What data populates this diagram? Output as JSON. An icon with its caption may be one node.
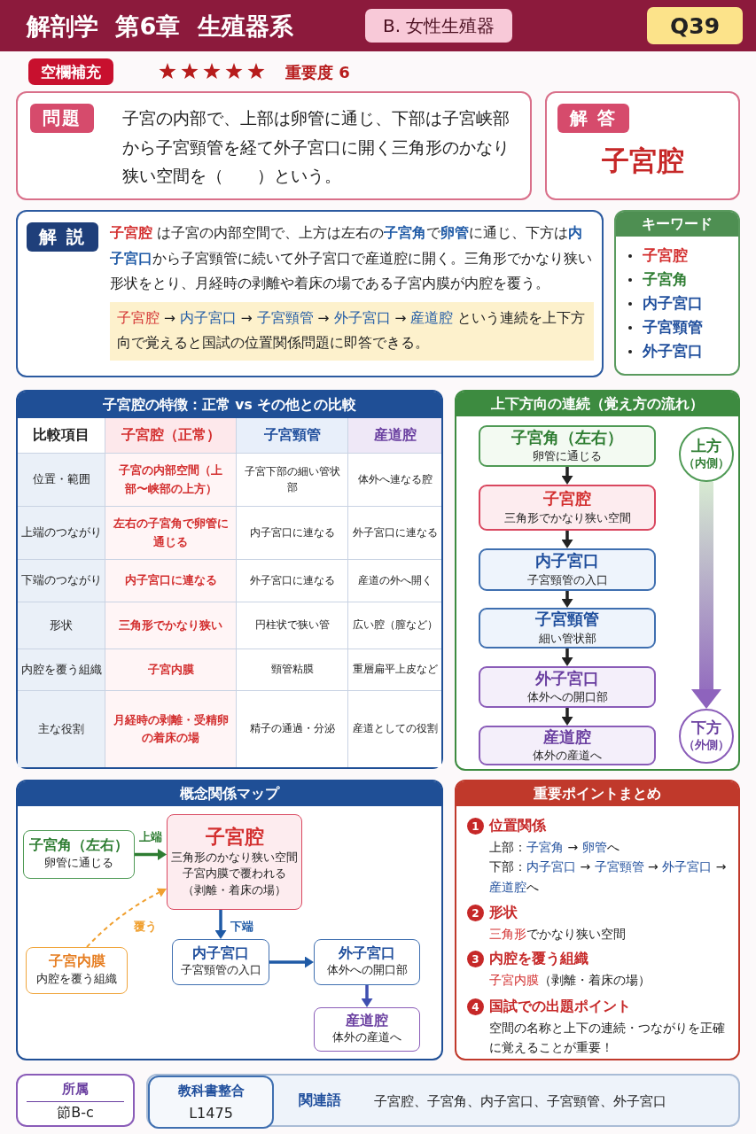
{
  "diagram": {
    "title": "解剖学 第6章 生殖器系",
    "nodes": [
      {
        "text": [
          "問題",
          "子宮の内部で、上部は卵管に通じ、下部は子宮峡部から子宮頸管を経て外子宮口に開く三角形のかなり狭い空間を（　　）という。"
        ]
      },
      {
        "text": [
          "解 答",
          "子宮腔"
        ]
      },
      {
        "text": [
          "解 説",
          "**子宮腔** は子宮の内部空間で、上方は左右の**子宮角**で**卵管**に通じ、下方は**内子宮口**から子宮頸管に続いて外子宮口で産道腔に開く。三角形でかなり狭い形状をとり、月経時の剥離や着床の場である子宮内膜が内腔を覆う。",
          "**子宮腔** → **内子宮口** → **子宮頸管** → **外子宮口** → **産道腔** という連続を上下方向で覚えると国試の位置関係問題に即答できる。"
        ]
      },
      {
        "text": [
          "キーワード",
          "子宮腔",
          "子宮角",
          "内子宮口",
          "子宮頸管",
          "外子宮口"
        ]
      },
      {
        "text": [
          "子宮腔の特徴：正常 vs その他との比較"
        ]
      },
      {
        "text": [
          "上下方向の連続（覚え方の流れ）"
        ]
      },
      {
        "text": [
          "子宮角（左右）",
          "卵管に通じる"
        ],
        "in": 5
      },
      {
        "text": [
          "子宮腔",
          "三角形でかなり狭い空間"
        ],
        "in": 5
      },
      {
        "text": [
          "内子宮口",
          "子宮頸管の入口"
        ],
        "in": 5
      },
      {
        "text": [
          "子宮頸管",
          "細い管状部"
        ],
        "in": 5
      },
      {
        "text": [
          "外子宮口",
          "体外への開口部"
        ],
        "in": 5
      },
      {
        "text": [
          "産道腔",
          "体外の産道へ"
        ],
        "in": 5
      },
      {
        "text": [
          "上方",
          "（内側）"
        ],
        "in": 5
      },
      {
        "text": [
          "下方",
          "（外側）"
        ],
        "in": 5
      },
      {
        "text": [
          "概念関係マップ"
        ]
      },
      {
        "text": [
          "子宮角（左右）",
          "卵管に通じる"
        ],
        "in": 14
      },
      {
        "text": [
          "子宮腔",
          "三角形のかなり狭い空間",
          "子宮内膜で覆われる",
          "（剥離・着床の場）"
        ],
        "in": 14
      },
      {
        "text": [
          "子宮内膜",
          "内腔を覆う組織"
        ],
        "in": 14
      },
      {
        "text": [
          "内子宮口",
          "子宮頸管の入口"
        ],
        "in": 14
      },
      {
        "text": [
          "外子宮口",
          "体外への開口部"
        ],
        "in": 14
      },
      {
        "text": [
          "産道腔",
          "体外の産道へ"
        ],
        "in": 14
      },
      {
        "text": [
          "重要ポイントまとめ"
        ]
      },
      {
        "text": [
          "1",
          "位置関係",
          "上部：**子宮角** → **卵管**へ",
          "下部：**内子宮口** → **子宮頸管** → **外子宮口** → **産道腔**へ"
        ],
        "in": 21
      },
      {
        "text": [
          "2",
          "形状",
          "**三角形**でかなり狭い空間"
        ],
        "in": 21
      },
      {
        "text": [
          "3",
          "内腔を覆う組織",
          "**子宮内膜**（剥離・着床の場）"
        ],
        "in": 21
      },
      {
        "text": [
          "4",
          "国試での出題ポイント",
          "空間の名称と上下の連続・つながりを正確に覚えることが重要！"
        ],
        "in": 21
      },
      {
        "text": [
          "所属",
          "節B-c"
        ]
      },
      {
        "text": [
          "関連語",
          "子宮腔、子宮角、内子宮口、子宮頸管、外子宮口"
        ]
      },
      {
        "text": [
          "教科書整合",
          "L1475"
        ],
        "in": 27
      }
    ],
    "edges": [
      {
        "from": 6,
        "to": 7,
        "arrow": "to"
      },
      {
        "from": 7,
        "to": 8,
        "arrow": "to"
      },
      {
        "from": 8,
        "to": 9,
        "arrow": "to"
      },
      {
        "from": 9,
        "to": 10,
        "arrow": "to"
      },
      {
        "from": 10,
        "to": 11,
        "arrow": "to"
      },
      {
        "from": 12,
        "to": 13,
        "arrow": "to",
        "style": "thick",
        "color": "#8e63bd"
      },
      {
        "from": 15,
        "to": 16,
        "arrow": "to",
        "label": "上端",
        "color": "#2e7d32"
      },
      {
        "from": 17,
        "to": 16,
        "arrow": "to",
        "label": "覆う",
        "style": "dashed",
        "color": "#f0a030"
      },
      {
        "from": 16,
        "to": 18,
        "arrow": "to",
        "label": "下端",
        "color": "#1f5aa6"
      },
      {
        "from": 18,
        "to": 19,
        "arrow": "to",
        "color": "#1f5aa6"
      },
      {
        "from": 19,
        "to": 20,
        "arrow": "to",
        "color": "#3f4fb0"
      }
    ],
    "labels": [
      "B. 女性生殖器",
      "Q39",
      "空欄補充",
      "重要度 6",
      "比較項目",
      "子宮腔（正常）",
      "子宮頸管",
      "産道腔",
      "位置・範囲",
      "子宮の内部空間（上部〜峡部の上方）",
      "子宮下部の細い管状部",
      "体外へ連なる腔",
      "上端のつながり",
      "左右の子宮角で卵管に通じる",
      "内子宮口に連なる",
      "外子宮口に連なる",
      "下端のつながり",
      "内子宮口に連なる",
      "外子宮口に連なる",
      "産道の外へ開く",
      "形状",
      "三角形でかなり狭い",
      "円柱状で狭い管",
      "広い腔（膣など）",
      "内腔を覆う組織",
      "子宮内膜",
      "頸管粘膜",
      "重層扁平上皮など",
      "主な役割",
      "月経時の剥離・受精卵の着床の場",
      "精子の通過・分泌",
      "産道としての役割"
    ]
  }
}
